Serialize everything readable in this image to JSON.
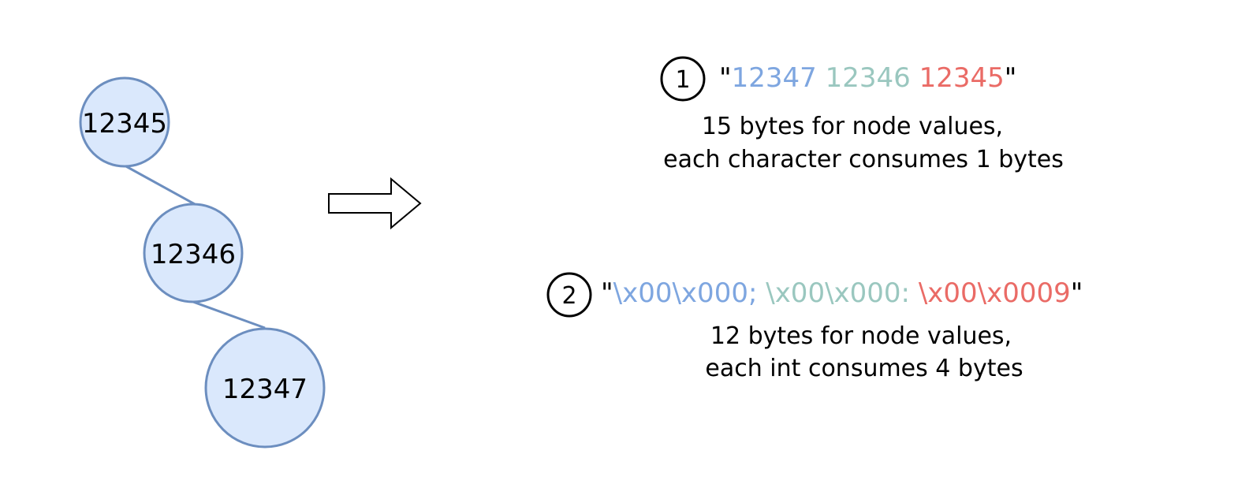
{
  "tree": {
    "nodes": [
      {
        "id": "n1",
        "label": "12345"
      },
      {
        "id": "n2",
        "label": "12346"
      },
      {
        "id": "n3",
        "label": "12347"
      }
    ],
    "edges": [
      {
        "from": "n1",
        "to": "n2"
      },
      {
        "from": "n2",
        "to": "n3"
      }
    ],
    "node_fill": "#dae8fc",
    "node_stroke": "#6c8ebf"
  },
  "arrow": {
    "icon": "right-arrow-icon"
  },
  "option1": {
    "badge": "1",
    "quote_open": "\"",
    "parts": [
      {
        "text": "12347",
        "color": "#7ea6e0"
      },
      {
        "text": "12346",
        "color": "#9ac7bf"
      },
      {
        "text": "12345",
        "color": "#ea6b66"
      }
    ],
    "quote_close": "\"",
    "desc_line1": "15 bytes for node values,",
    "desc_line2": "each character consumes 1 bytes"
  },
  "option2": {
    "badge": "2",
    "quote_open": "\"",
    "parts": [
      {
        "text": "\\x00\\x000;",
        "color": "#7ea6e0"
      },
      {
        "text": "\\x00\\x000:",
        "color": "#9ac7bf"
      },
      {
        "text": "\\x00\\x0009",
        "color": "#ea6b66"
      }
    ],
    "quote_close": "\"",
    "desc_line1": "12 bytes for node values,",
    "desc_line2": "each int consumes 4 bytes"
  }
}
